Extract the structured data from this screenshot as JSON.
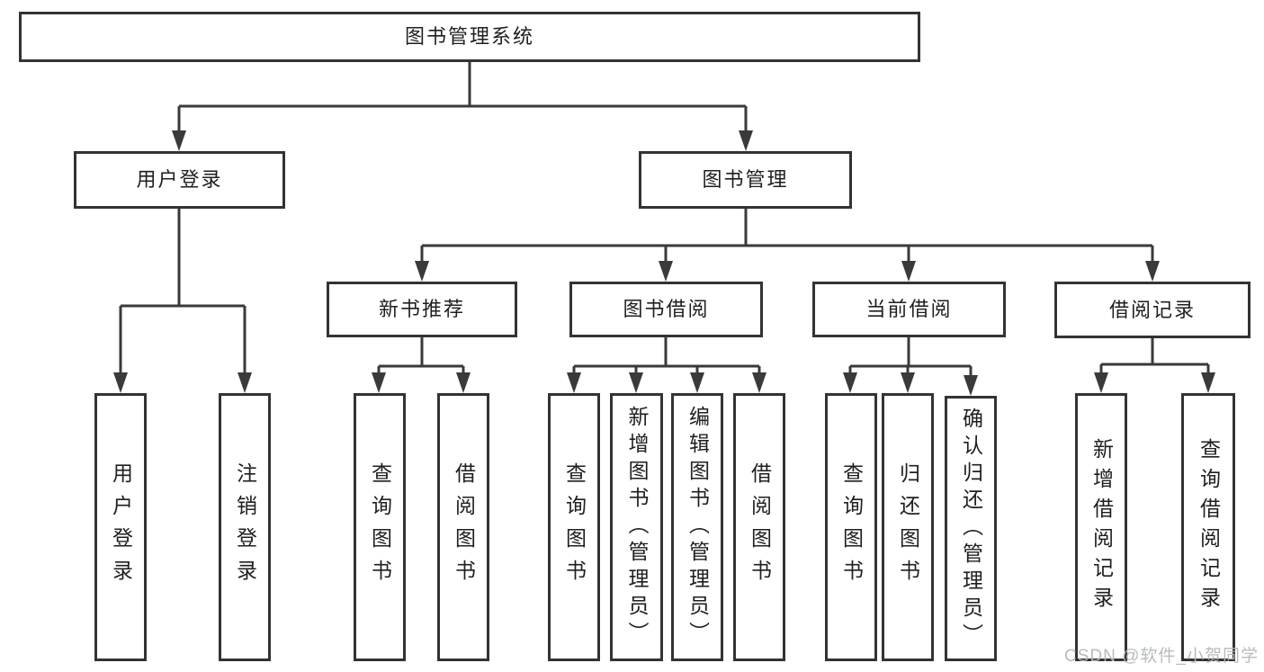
{
  "tree": {
    "root": {
      "label": "图书管理系统"
    },
    "level2": [
      {
        "label": "用户登录",
        "children": [
          {
            "label": "用户登录"
          },
          {
            "label": "注销登录"
          }
        ]
      },
      {
        "label": "图书管理",
        "children": [
          {
            "label": "新书推荐",
            "children": [
              {
                "label": "查询图书"
              },
              {
                "label": "借阅图书"
              }
            ]
          },
          {
            "label": "图书借阅",
            "children": [
              {
                "label": "查询图书"
              },
              {
                "label": "新增图书（管理员）"
              },
              {
                "label": "编辑图书（管理员）"
              },
              {
                "label": "借阅图书"
              }
            ]
          },
          {
            "label": "当前借阅",
            "children": [
              {
                "label": "查询图书"
              },
              {
                "label": "归还图书"
              },
              {
                "label": "确认归还（管理员）"
              }
            ]
          },
          {
            "label": "借阅记录",
            "children": [
              {
                "label": "新增借阅记录"
              },
              {
                "label": "查询借阅记录"
              }
            ]
          }
        ]
      }
    ]
  },
  "watermark": {
    "text": "CSDN @软件_小贺同学"
  },
  "colors": {
    "connector_line": "#3a3a3a",
    "box_border": "#333333",
    "box_fill": "#ffffff",
    "text": "#1f1f1f",
    "watermark": "#b2b8be",
    "background": "#ffffff"
  }
}
